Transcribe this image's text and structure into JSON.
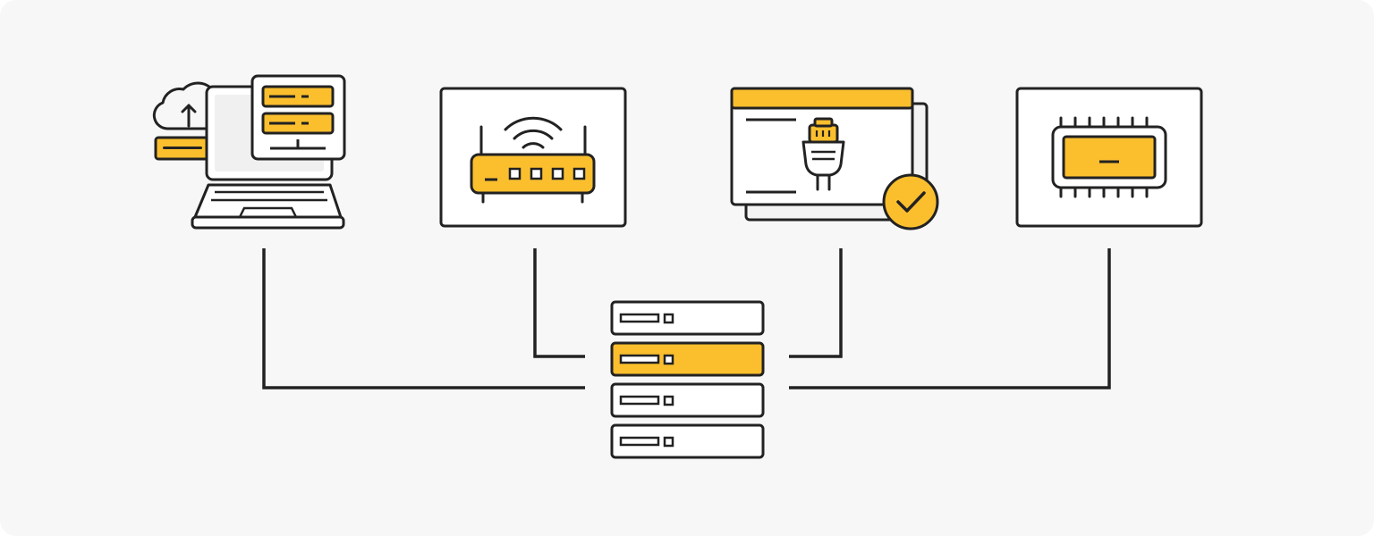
{
  "colors": {
    "background": "#f7f7f7",
    "stroke": "#222222",
    "accent": "#fbbf2e",
    "panel": "#ffffff",
    "screen": "#f0f0f0",
    "shadow": "#f3f3f3"
  },
  "nodes": [
    {
      "id": "laptop-cloud-upload",
      "icons": [
        "cloud-upload-icon",
        "laptop-icon",
        "server-list-icon"
      ]
    },
    {
      "id": "wifi-router",
      "icons": [
        "wifi-router-icon"
      ]
    },
    {
      "id": "ethernet-connector",
      "icons": [
        "window-icon",
        "ethernet-plug-icon",
        "check-badge-icon"
      ]
    },
    {
      "id": "microchip",
      "icons": [
        "chip-icon"
      ]
    }
  ],
  "hub": {
    "id": "server-rack",
    "icons": [
      "server-rack-icon"
    ],
    "units": 4,
    "highlighted_unit": 2
  },
  "connections": [
    {
      "from": "laptop-cloud-upload",
      "to": "server-rack"
    },
    {
      "from": "wifi-router",
      "to": "server-rack"
    },
    {
      "from": "ethernet-connector",
      "to": "server-rack"
    },
    {
      "from": "microchip",
      "to": "server-rack"
    }
  ]
}
